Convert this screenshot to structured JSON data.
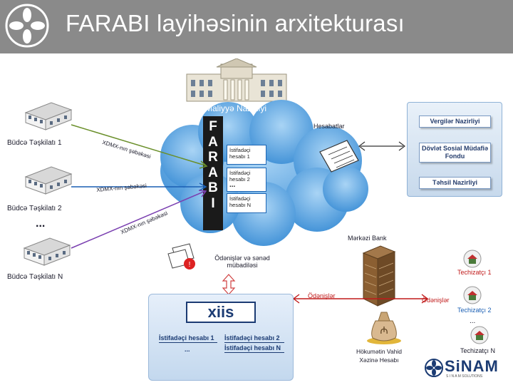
{
  "header": {
    "title": "FARABI layihəsinin arxitekturası"
  },
  "cloud": {
    "ministry_label": "Maliyyə Nazirliyi",
    "farabi_letters": [
      "F",
      "A",
      "R",
      "A",
      "B",
      "I"
    ]
  },
  "left": {
    "org1": "Büdcə Təşkilatı 1",
    "org2": "Büdcə Təşkilatı 2",
    "dots": "...",
    "orgN": "Büdcə Təşkilatı N",
    "xdmx1": "XDMX-nın şəbəkəsi",
    "xdmx2": "XDMX-nın şəbəkəsi",
    "xdmx3": "XDMX-nın şəbəkəsi"
  },
  "users": [
    {
      "l1": "İstifadəçi",
      "l2": "hesabı 1"
    },
    {
      "l1": "İstifadəçi",
      "l2": "hesabı 2",
      "l3": "..."
    },
    {
      "l1": "İstifadəçi",
      "l2": "hesabı N"
    }
  ],
  "reports_label": "Hesabatlar",
  "ministries": [
    "Vergilər Nazirliyi",
    "Dövlət Sosial Müdafiə Fondu",
    "Təhsil Nazirliyi"
  ],
  "central_bank": "Mərkəzi Bank",
  "payments_exchange": "Ödənişlər və sənəd mübadiləsi",
  "payments_left": "Ödənişlər",
  "payments_right": "Ödənişlər",
  "xiis": {
    "title": "xiis",
    "acc1": "İstifadəçi hesabı 1",
    "acc2": "İstifadəçi hesabı 2",
    "accN": "İstifadəçi hesabı N",
    "dots": "..."
  },
  "treasury": "Hökumətin Vahid Xəzinə Hesabı",
  "suppliers": {
    "s1": "Techizatçı 1",
    "s2": "Techizatçı 2",
    "dots": "...",
    "sN": "Techizatçı N"
  },
  "brand": {
    "name": "SiNAM",
    "tagline": "S I N A M  SOLUTIONS"
  }
}
